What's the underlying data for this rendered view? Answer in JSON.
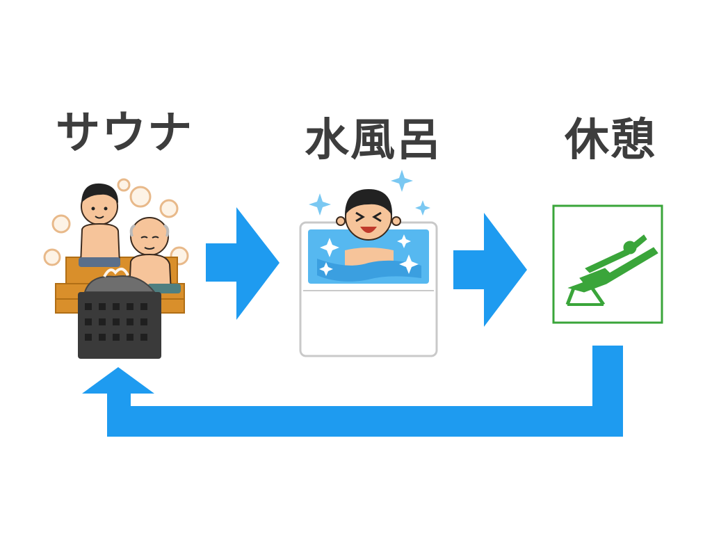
{
  "diagram": {
    "steps": [
      {
        "label": "サウナ",
        "icon": "sauna-icon"
      },
      {
        "label": "水風呂",
        "icon": "cold-bath-icon"
      },
      {
        "label": "休憩",
        "icon": "rest-chair-icon"
      }
    ],
    "colors": {
      "arrow": "#1e9bf0",
      "text": "#3d3d3d",
      "rest_green": "#3aa53a",
      "water": "#56b8f0"
    }
  }
}
